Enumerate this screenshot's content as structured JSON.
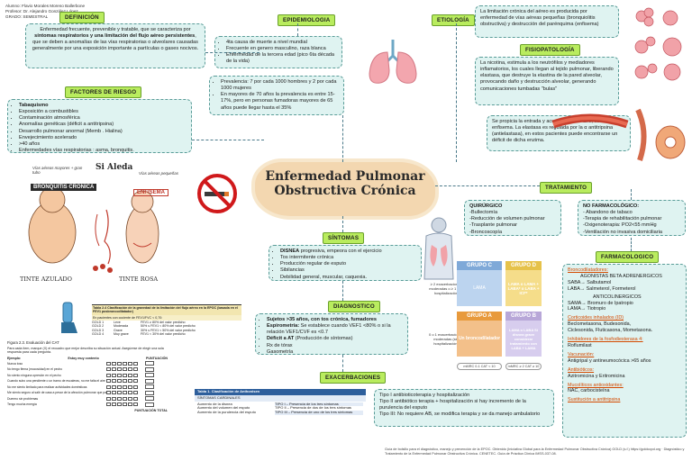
{
  "header": {
    "lines": [
      "Alumno: Flavio Morales Moreno Ballerbone",
      "Profesor: Dr. Alejandro González López",
      "GRADO: SEMESTRAL"
    ]
  },
  "center": {
    "title_line1": "Enfermedad Pulmonar",
    "title_line2": "Obstructiva Crónica"
  },
  "tags": {
    "definicion": "DEFINICIÓN",
    "factores": "FACTORES DE RIESGO",
    "epidemiologia": "EPIDEMIOLOGIA",
    "etiologia": "ETIOLOGÍA",
    "fisiopatologia": "FISIOPATOLOGÍA",
    "tratamiento": "TRATAMIENTO",
    "sintomas": "SÍNTOMAS",
    "diagnostico": "DIAGNOSTICO",
    "exacerbaciones": "EXACERBACIONES",
    "farmacologico": "FARMACOLOGICO"
  },
  "definicion": {
    "pre": "Enfermedad frecuente, prevenible y tratable, que se caracteriza por ",
    "kw1": "síntomas respiratorios y una limitación del flujo aéreo persistentes",
    "post": ", que se deben a anomalías de las vías respiratorias o alveolares causadas generalmente por una exposición importante a partículas o gases nocivos."
  },
  "factores": {
    "items": [
      "Tabaquismo",
      "Exposición a combustibles",
      "Contaminación atmosférica",
      "Anomalías genéticas (déficit a antitripsina)",
      "Desarrollo pulmonar anormal (Memb . Hialina)",
      "Envejecimiento acelerado",
      ">40 años",
      "Enfermedades vías respiratorias : asma, bronquitis."
    ]
  },
  "epidemiologia": {
    "box1": [
      "4ta causa de muerte a nivel mundial",
      "Frecuente en genero masculino, raza blanca",
      "Enfermedad de la tercera edad (pico 6ta década de la vida)"
    ],
    "box2": [
      "Prevalencia: 7 por cada 1000 hombres y 2 por cada 1000 mujeres",
      "En mayores de 70 años la prevalencia es entre 15-17%, pero en personas fumadoras mayores de 65 años puede llegar hasta el 35%"
    ]
  },
  "etiologia": {
    "text": "La limitación crónica del aéreo es producida por enfermedad de vías aéreas pequeñas (bronquiolitis obstructiva) y destrucción del parénquima (enfisema)"
  },
  "fisiopatologia": {
    "text1": "La nicotina, estimula a los neutrófilos y mediadores inflamatorios, los cuales llegan al tejido pulmonar, liberando elastasa, que destruye la elastina de la pared alveolar, provocando daño y destrucción alveolar, generando comunicaciones tumbadas \"bulas\"",
    "text2": "Se propicia la entrada y acumulación de aire, es decir enfisema. La elastasa es regulada por la α antitripsina (antielastasa), en estos pacientes puede encontrarse un déficit de dicha enzima."
  },
  "quirurgico": {
    "title": "QUIRÚRGICO",
    "items": [
      "-Bullectomía",
      "-Reducción de volumen pulmonar",
      "-Trasplante pulmonar",
      "-Broncoscopía"
    ]
  },
  "no_farmacologico": {
    "title": "NO FARMACOLÓGICO:",
    "items": [
      "- Abandono de tabaco",
      "-Terapia de rehabilitación pulmonar",
      "-Oxigenoterapia: PO2<55 mmHg",
      "-Ventilación no invasiva domiciliaria"
    ]
  },
  "sintomas": {
    "items_pre": "DISNEA",
    "items_pre_rest": " progresiva, empeora con el ejercicio",
    "items": [
      "Tos intermitente crónica",
      "Producción regular de esputo",
      "Sibilancias",
      "Debilidad general, muscular, caquexia."
    ]
  },
  "diagnostico": {
    "line1_kw": "Sujetos >35 años, con tos crónica, fumadores",
    "line2_kw": "Espirometría:",
    "line2_rest": " Se establece cuando VEF1 <80% o si la relación VEF1/CVF es <0.7",
    "line3_kw": "Déficit a AT",
    "line3_rest": " (Producción de síntomas)",
    "line4": "Rx de tórax",
    "line5": "Gasometría"
  },
  "exacerbaciones": {
    "lines": [
      "Tipo I antibioticoterapia y hospitalización",
      "Tipo II antibiótico terapia + hospitalización si hay incremento de la purulencia del esputo",
      "Tipo III: No requiere AB, se modifica terapia y se da manejo ambulatorio"
    ]
  },
  "farmacologico": {
    "sections": [
      {
        "title": "Broncodilatadores:",
        "lines": [
          "AGONISTAS BETA ADRENERGICOS",
          "SABA→ Salbutamol",
          "LABA→ Salmeterol, Formeterol",
          "ANTICOLINERGICOS",
          "SAMA→ Bromuro de Ipatropio",
          "LAMA→ Tiotropio"
        ]
      },
      {
        "title": "Corticoides inhalados (ID)",
        "lines": [
          "Beclometasona, Budesonida,",
          "Ciclesonida, Fluticasona, Mometasona."
        ]
      },
      {
        "title": "Inhibidores de la fosfodiesterasa 4:",
        "lines": [
          "Roflumilast"
        ]
      },
      {
        "title": "Vacunación:",
        "lines": [
          "Antigripal y antineumocócica >65 años"
        ]
      },
      {
        "title": "Antibióticos:",
        "lines": [
          "Azitromicina y Eritromicina"
        ]
      },
      {
        "title": "Mucolíticos antioxidantes:",
        "lines": [
          "NAC, carbocisteína"
        ]
      },
      {
        "title": "Sustitución a antitripsina",
        "lines": []
      }
    ]
  },
  "grupos": {
    "c_label": "GRUPO C",
    "c_val": "LAMA",
    "d_label": "GRUPO D",
    "d_val": "LAMA o LAMA + LABA* o LABA + ICI**",
    "a_label": "GRUPO A",
    "a_val": "Un broncodilatador",
    "b_label": "GRUPO B",
    "b_val": "LAMA o LABA Si disnea grave considerar tratamiento con LABA + LAMA",
    "left_top": "≥ 2 exacerbaciones moderadas o ≥ 1 con hospitalización",
    "left_bottom": "0 o 1 exacerbaciones moderadas (sin hospitalización)",
    "axis_left": "mMRC 0-1 CAT < 10",
    "axis_right": "mMRC ≥ 2 CAT ≥ 10"
  },
  "drawing_labels": {
    "si_aleda": "Si Aleda",
    "bronquitis": "BRONQUITIS CRÓNICA",
    "enfisema": "ENFISEMA",
    "tinte_azulado": "TINTE AZULADO",
    "tinte_rosa": "TINTE ROSA",
    "vias_aereas_mayores": "Vías aéreas mayores + gran tubo",
    "vias_aereas_menores": "Vías aéreas pequeñas"
  },
  "tabla_gold": {
    "caption": "Tabla 2.4 Clasificación de la gravedad de la limitación del flujo aéreo en la EPOC (basada en el FEV1 posbroncodilatador)",
    "subheader": "En pacientes con cociente de FEV1/FVC < 0,70:",
    "rows": [
      [
        "GOLD 1",
        "Leve",
        "FEV1 ≥ 80% del valor predicho"
      ],
      [
        "GOLD 2",
        "Moderada",
        "50% ≤ FEV1 < 80% del valor predicho"
      ],
      [
        "GOLD 3",
        "Grave",
        "30% ≤ FEV1 < 50% del valor predicho"
      ],
      [
        "GOLD 4",
        "Muy grave",
        "FEV1 < 30% del valor predicho"
      ]
    ]
  },
  "figura_cat": {
    "caption": "Figura 2.3. Evaluación del CAT",
    "intro": "Para cada ítem, marque (X) el recuadro que mejor describa su situación actual. Asegúrese de elegir una sola respuesta para cada pregunta.",
    "header_left": "Ejemplo:",
    "header_mid": "Estoy muy contento",
    "header_right": "PUNTUACIÓN",
    "rows": [
      "Nunca toso",
      "No tengo flema (mucosidad) en el pecho",
      "No siento ninguna opresión en el pecho",
      "Cuando subo una pendiente o un tramo de escaleras, no me falta el aire",
      "No me siento limitado para realizar actividades domésticas",
      "Me siento seguro al salir de casa a pesar de la afección pulmonar que padezco",
      "Duermo sin problemas",
      "Tengo mucha energía"
    ],
    "total": "PUNTUACIÓN TOTAL"
  },
  "tabla_anthonisen": {
    "caption": "Tabla 1. Clasificación de Anthonisen",
    "col1": "SÍNTOMAS CARDINALES",
    "col1_rows": [
      "Aumento de la disnea",
      "Aumento del volumen del esputo",
      "Aumento de la purulencia del esputo"
    ],
    "col2_rows": [
      "TIPO I – Presencia de los tres síntomas",
      "TIPO II – Presencia de dos de los tres síntomas",
      "TIPO III – Presencia de uno de los tres síntomas"
    ]
  },
  "footer": {
    "text": "Guía de bolsillo para el diagnóstico, manejo y prevención de la EPOC. Obtenido (Iniciativa Global para la Enfermedad Pulmonar Obstructiva Crónica) GOLD (s.f.) https://goldcopd.org · Diagnóstico y Tratamiento de la Enfermedad Pulmonar Obstructiva Crónica. CENETEC. Guía de Práctica Clínica IMSS-037-08."
  },
  "colors": {
    "tag_green": "#b9ec5e",
    "box_teal": "#dff3f1",
    "blob": "#f3d7b0",
    "group_c": "#7fa9d8",
    "group_d": "#e6c24a",
    "group_a": "#e89a3c",
    "group_b": "#b8a7d8"
  }
}
